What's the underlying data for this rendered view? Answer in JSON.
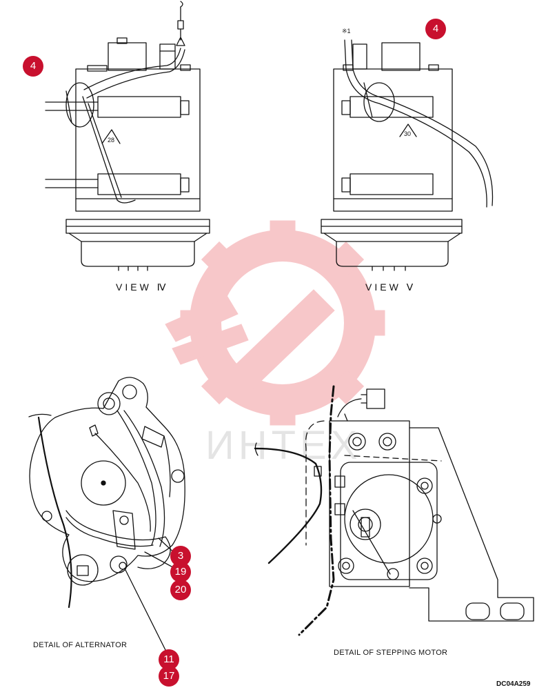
{
  "colors": {
    "badge": "#c8102e",
    "watermark": "#f5b5b8",
    "watermark_text": "#d9d9d9",
    "line": "#111111"
  },
  "watermark": {
    "text": "ИНТЕХ"
  },
  "views": {
    "view4": {
      "title": "VIEW Ⅳ",
      "angle": "28"
    },
    "view5": {
      "title": "VIEW Ⅴ",
      "angle": "30",
      "note": "※1"
    }
  },
  "details": {
    "alternator": "DETAIL OF ALTERNATOR",
    "stepping_motor": "DETAIL OF STEPPING MOTOR"
  },
  "drawing_code": "DC04A259",
  "callouts": {
    "view4": "4",
    "view5": "4",
    "c3": "3",
    "c19": "19",
    "c20": "20",
    "c11": "11",
    "c17": "17"
  }
}
